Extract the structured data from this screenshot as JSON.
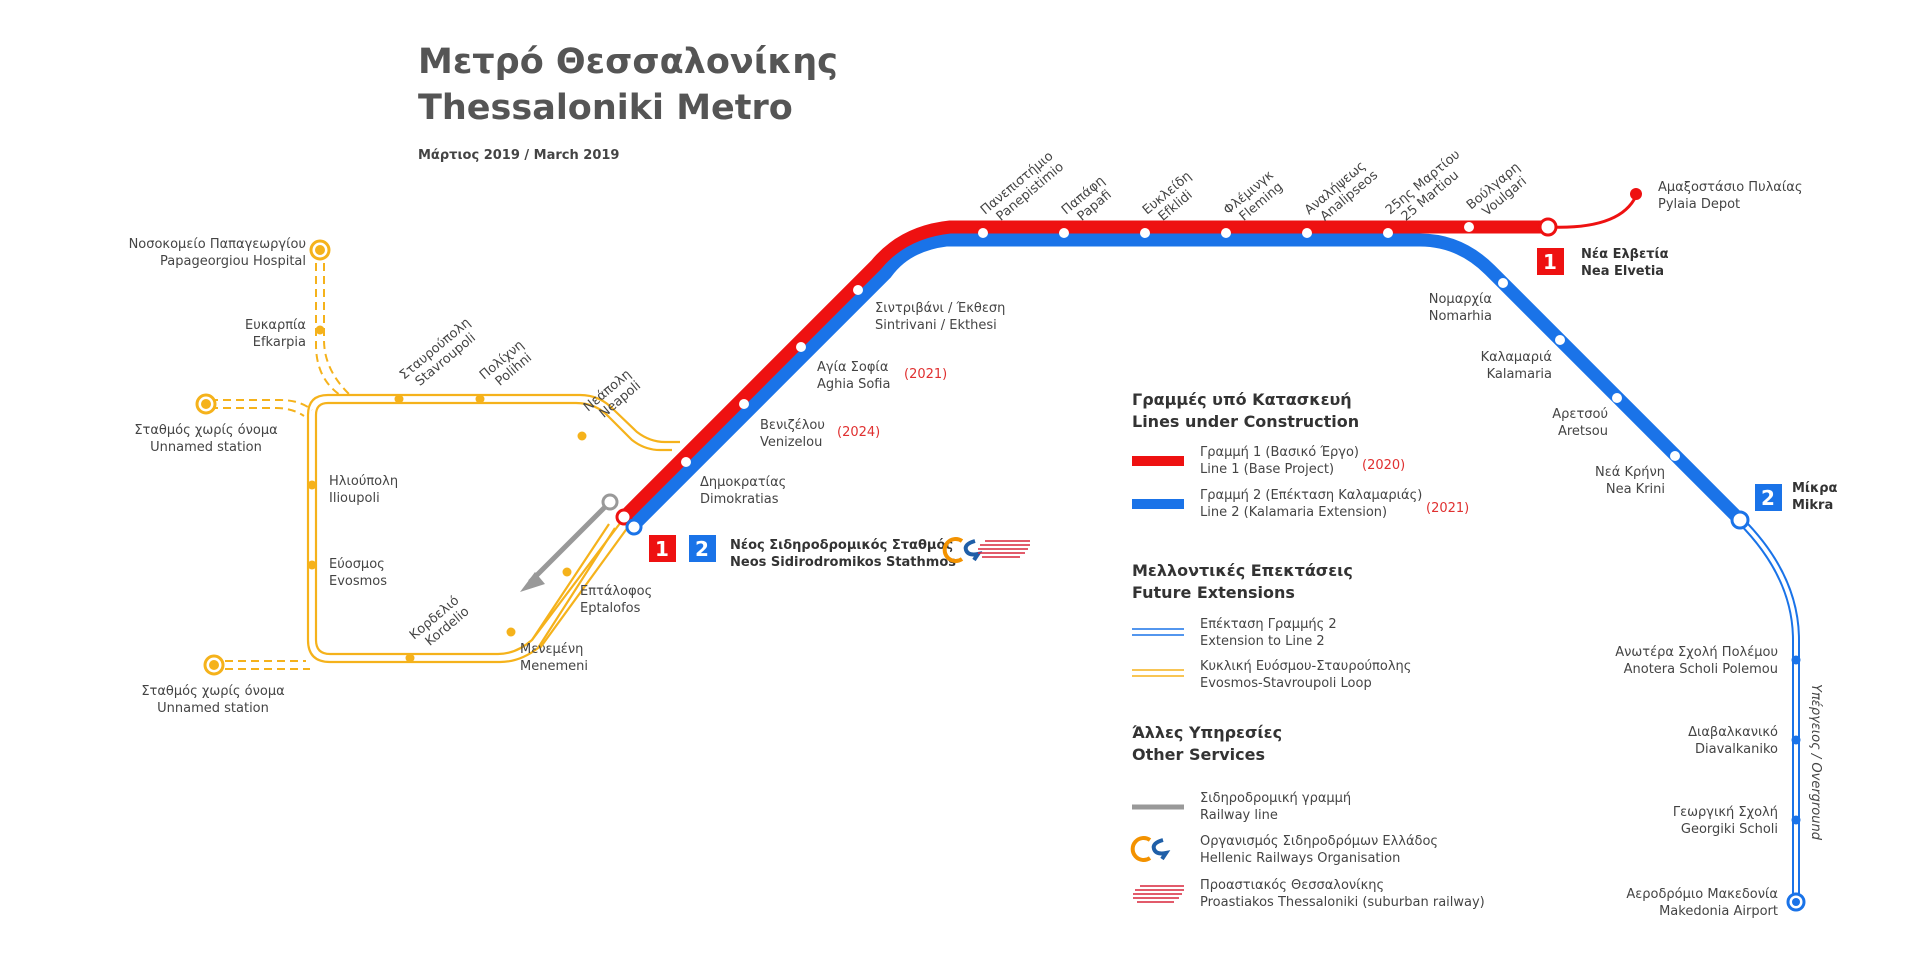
{
  "title": {
    "line1": "Μετρό Θεσσαλονίκης",
    "line2": "Thessaloniki Metro",
    "date": "Μάρτιος 2019 / March 2019"
  },
  "colors": {
    "line1": "#ee1111",
    "line2": "#1a73e8",
    "loop": "#f5b21b",
    "railway": "#999999",
    "text": "#444444",
    "year": "#e03030"
  },
  "stations": {
    "panepistimio": [
      "Πανεπιστήμιο",
      "Panepistimio"
    ],
    "papafi": [
      "Παπάφη",
      "Papafi"
    ],
    "efklidi": [
      "Ευκλείδη",
      "Efklidi"
    ],
    "fleming": [
      "Φλέμινγκ",
      "Fleming"
    ],
    "analipseos": [
      "Αναλήψεως",
      "Analipseos"
    ],
    "martiou": [
      "25ης Μαρτίου",
      "25 Martiou"
    ],
    "voulgari": [
      "Βούλγαρη",
      "Voulgari"
    ],
    "pylaia": [
      "Αμαξοστάσιο Πυλαίας",
      "Pylaia Depot"
    ],
    "nea_elvetia": [
      "Νέα Ελβετία",
      "Nea Elvetia"
    ],
    "sintrivani": [
      "Σιντριβάνι / Έκθεση",
      "Sintrivani / Ekthesi"
    ],
    "aghia_sofia": [
      "Αγία Σοφία",
      "Aghia Sofia"
    ],
    "venizelou": [
      "Βενιζέλου",
      "Venizelou"
    ],
    "dimokratias": [
      "Δημοκρατίας",
      "Dimokratias"
    ],
    "neos_sid": [
      "Νέος Σιδηροδρομικός Σταθμός",
      "Neos Sidirodromikos Stathmos"
    ],
    "nomarhia": [
      "Νομαρχία",
      "Nomarhia"
    ],
    "kalamaria": [
      "Καλαμαριά",
      "Kalamaria"
    ],
    "aretsou": [
      "Αρετσού",
      "Aretsou"
    ],
    "nea_krini": [
      "Νεά Κρήνη",
      "Nea Krini"
    ],
    "mikra": [
      "Μίκρα",
      "Mikra"
    ],
    "anotera": [
      "Ανωτέρα Σχολή Πολέμου",
      "Anotera Scholi Polemou"
    ],
    "diavalkaniko": [
      "Διαβαλκανικό",
      "Diavalkaniko"
    ],
    "georgiki": [
      "Γεωργική Σχολή",
      "Georgiki Scholi"
    ],
    "aerodromio": [
      "Αεροδρόμιο Μακεδονία",
      "Makedonia Airport"
    ],
    "papageorgiou": [
      "Νοσοκομείο Παπαγεωργίου",
      "Papageorgiou Hospital"
    ],
    "efkarpia": [
      "Ευκαρπία",
      "Efkarpia"
    ],
    "unnamed1": [
      "Σταθμός χωρίς όνομα",
      "Unnamed station"
    ],
    "unnamed2": [
      "Σταθμός χωρίς όνομα",
      "Unnamed station"
    ],
    "stavroupoli": [
      "Σταυρούπολη",
      "Stavroupoli"
    ],
    "polihni": [
      "Πολίχνη",
      "Polihni"
    ],
    "neapoli": [
      "Νεάπολη",
      "Neapoli"
    ],
    "ilioupoli": [
      "Ηλιούπολη",
      "Ilioupoli"
    ],
    "evosmos": [
      "Εύοσμος",
      "Evosmos"
    ],
    "kordelio": [
      "Κορδελιό",
      "Kordelio"
    ],
    "menemeni": [
      "Μενεμένη",
      "Menemeni"
    ],
    "eptalofos": [
      "Επτάλοφος",
      "Eptalofos"
    ]
  },
  "years": {
    "aghia_sofia": "(2021)",
    "venizelou": "(2024)"
  },
  "badges": {
    "line1": "1",
    "line2": "2"
  },
  "overground": "Υπέργειος / Overground",
  "legend": {
    "construction": {
      "title": [
        "Γραμμές υπό Κατασκευή",
        "Lines under Construction"
      ],
      "line1": [
        "Γραμμή 1 (Βασικό Έργο)",
        "Line 1 (Base Project)",
        "(2020)"
      ],
      "line2": [
        "Γραμμή 2 (Επέκταση Καλαμαριάς)",
        "Line 2 (Kalamaria Extension)",
        "(2021)"
      ]
    },
    "future": {
      "title": [
        "Μελλοντικές Επεκτάσεις",
        "Future Extensions"
      ],
      "ext2": [
        "Επέκταση Γραμμής 2",
        "Extension to Line 2"
      ],
      "loop": [
        "Κυκλική Ευόσμου-Σταυρούπολης",
        "Evosmos-Stavroupoli Loop"
      ]
    },
    "other": {
      "title": [
        "Άλλες Υπηρεσίες",
        "Other Services"
      ],
      "railway": [
        "Σιδηροδρομική γραμμή",
        "Railway line"
      ],
      "ose": [
        "Οργανισμός Σιδηροδρόμων Ελλάδος",
        "Hellenic Railways Organisation"
      ],
      "proastiakos": [
        "Προαστιακός Θεσσαλονίκης",
        "Proastiakos Thessaloniki (suburban railway)"
      ]
    }
  }
}
